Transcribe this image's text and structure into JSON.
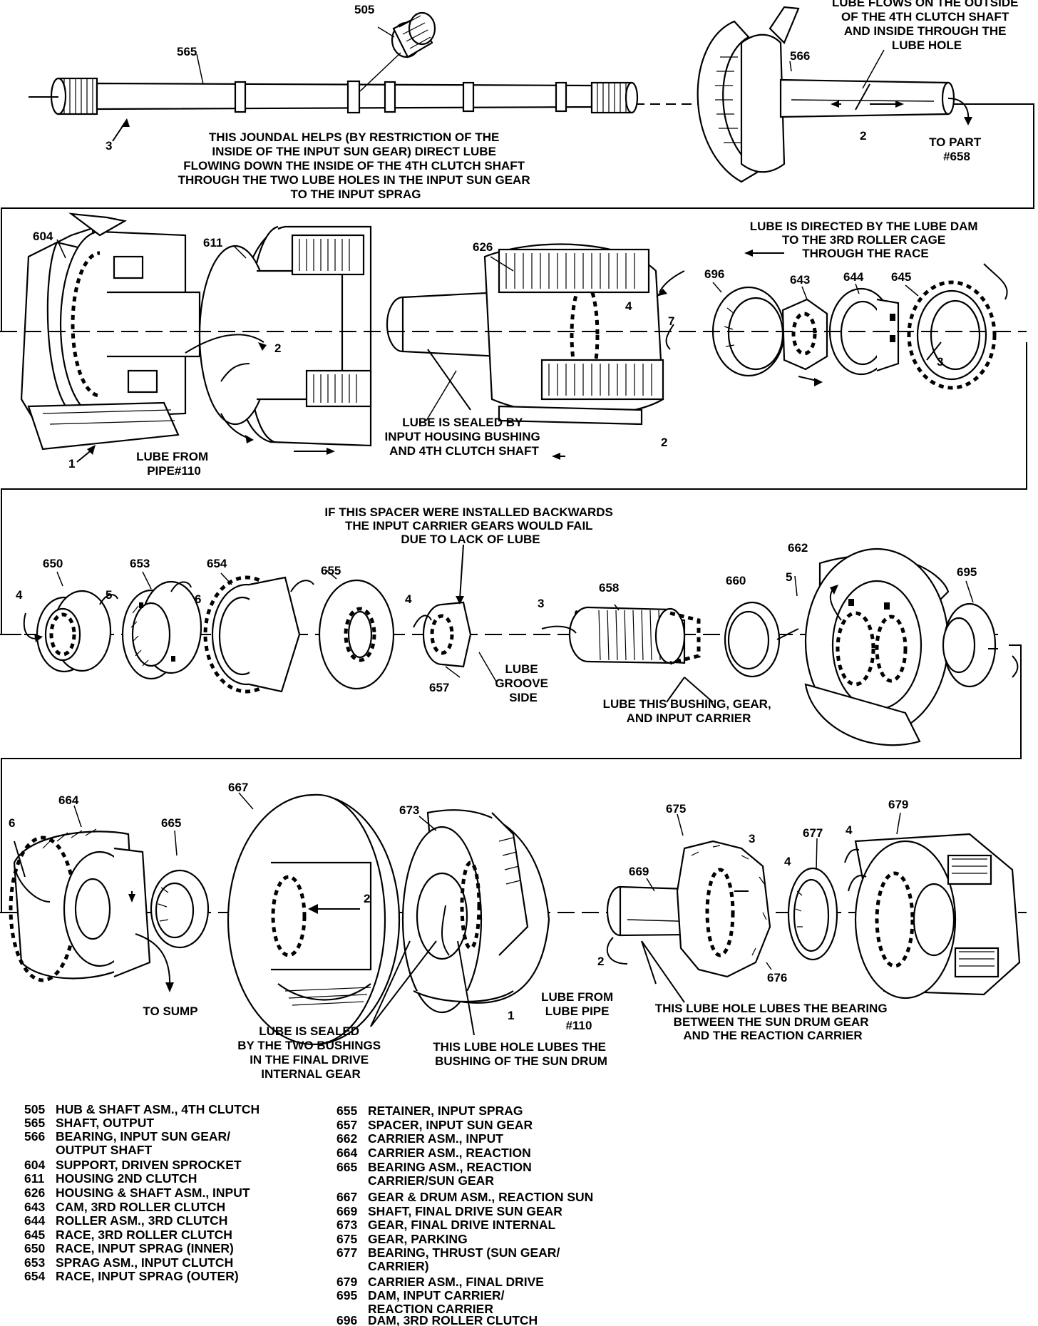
{
  "callouts": [
    {
      "text": "505"
    },
    {
      "text": "565"
    },
    {
      "text": "3"
    },
    {
      "text": "566"
    },
    {
      "text": "2"
    },
    {
      "text": "604"
    },
    {
      "text": "611"
    },
    {
      "text": "2"
    },
    {
      "text": "1"
    },
    {
      "text": "626"
    },
    {
      "text": "4"
    },
    {
      "text": "7"
    },
    {
      "text": "2"
    },
    {
      "text": "696"
    },
    {
      "text": "643"
    },
    {
      "text": "644"
    },
    {
      "text": "645"
    },
    {
      "text": "3"
    },
    {
      "text": "650"
    },
    {
      "text": "4"
    },
    {
      "text": "5"
    },
    {
      "text": "653"
    },
    {
      "text": "6"
    },
    {
      "text": "654"
    },
    {
      "text": "655"
    },
    {
      "text": "4"
    },
    {
      "text": "657"
    },
    {
      "text": "3"
    },
    {
      "text": "658"
    },
    {
      "text": "660"
    },
    {
      "text": "662"
    },
    {
      "text": "5"
    },
    {
      "text": "695"
    },
    {
      "text": "664"
    },
    {
      "text": "6"
    },
    {
      "text": "665"
    },
    {
      "text": "667"
    },
    {
      "text": "2"
    },
    {
      "text": "673"
    },
    {
      "text": "1"
    },
    {
      "text": "675"
    },
    {
      "text": "3"
    },
    {
      "text": "669"
    },
    {
      "text": "2"
    },
    {
      "text": "676"
    },
    {
      "text": "677"
    },
    {
      "text": "4"
    },
    {
      "text": "4"
    },
    {
      "text": "679"
    }
  ],
  "notes": {
    "journal": [
      "THIS JOUNDAL HELPS (BY RESTRICTION OF THE",
      "INSIDE OF THE INPUT SUN GEAR) DIRECT LUBE",
      "FLOWING DOWN THE INSIDE OF THE 4TH CLUTCH SHAFT",
      "THROUGH THE TWO LUBE HOLES IN THE INPUT SUN GEAR",
      "TO THE INPUT SPRAG"
    ],
    "lube_outside": [
      "LUBE FLOWS ON THE OUTSIDE",
      "OF THE 4TH CLUTCH SHAFT",
      "AND INSIDE THROUGH THE",
      "LUBE HOLE"
    ],
    "to_part": [
      "TO PART",
      "#658"
    ],
    "lube_dam": [
      "LUBE IS DIRECTED BY THE LUBE DAM",
      "TO THE 3RD ROLLER CAGE",
      "THROUGH THE RACE"
    ],
    "sealed_input": [
      "LUBE IS SEALED BY",
      "INPUT HOUSING BUSHING",
      "AND 4TH CLUTCH SHAFT"
    ],
    "lube_pipe": [
      "LUBE FROM",
      "PIPE#110"
    ],
    "spacer": [
      "IF THIS SPACER WERE INSTALLED BACKWARDS",
      "THE INPUT CARRIER GEARS WOULD FAIL",
      "DUE TO LACK OF LUBE"
    ],
    "groove": [
      "LUBE",
      "GROOVE",
      "SIDE"
    ],
    "bushing": [
      "LUBE THIS BUSHING, GEAR,",
      "AND INPUT CARRIER"
    ],
    "sump": [
      "TO SUMP"
    ],
    "sealed_final": [
      "LUBE IS SEALED",
      "BY THE TWO BUSHINGS",
      "IN THE FINAL DRIVE",
      "INTERNAL GEAR"
    ],
    "sun_drum": [
      "THIS LUBE HOLE LUBES THE",
      "BUSHING OF THE SUN DRUM"
    ],
    "lube_pipe2": [
      "LUBE FROM",
      "LUBE PIPE",
      "#110"
    ],
    "bearing_hole": [
      "THIS LUBE HOLE LUBES THE BEARING",
      "BETWEEN THE SUN DRUM GEAR",
      "AND THE REACTION CARRIER"
    ]
  },
  "legend_left": [
    {
      "num": "505",
      "desc": [
        "HUB & SHAFT ASM., 4TH CLUTCH"
      ]
    },
    {
      "num": "565",
      "desc": [
        "SHAFT, OUTPUT"
      ]
    },
    {
      "num": "566",
      "desc": [
        "BEARING, INPUT SUN GEAR/",
        "OUTPUT SHAFT"
      ]
    },
    {
      "num": "604",
      "desc": [
        "SUPPORT, DRIVEN SPROCKET"
      ]
    },
    {
      "num": "611",
      "desc": [
        "HOUSING 2ND CLUTCH"
      ]
    },
    {
      "num": "626",
      "desc": [
        "HOUSING & SHAFT ASM., INPUT"
      ]
    },
    {
      "num": "643",
      "desc": [
        "CAM, 3RD ROLLER CLUTCH"
      ]
    },
    {
      "num": "644",
      "desc": [
        "ROLLER ASM., 3RD CLUTCH"
      ]
    },
    {
      "num": "645",
      "desc": [
        "RACE, 3RD ROLLER CLUTCH"
      ]
    },
    {
      "num": "650",
      "desc": [
        "RACE, INPUT SPRAG (INNER)"
      ]
    },
    {
      "num": "653",
      "desc": [
        "SPRAG ASM., INPUT CLUTCH"
      ]
    },
    {
      "num": "654",
      "desc": [
        "RACE, INPUT SPRAG (OUTER)"
      ]
    }
  ],
  "legend_right": [
    {
      "num": "655",
      "desc": [
        "RETAINER, INPUT SPRAG"
      ]
    },
    {
      "num": "657",
      "desc": [
        "SPACER, INPUT SUN GEAR"
      ]
    },
    {
      "num": "662",
      "desc": [
        "CARRIER ASM., INPUT"
      ]
    },
    {
      "num": "664",
      "desc": [
        "CARRIER ASM., REACTION"
      ]
    },
    {
      "num": "665",
      "desc": [
        "BEARING ASM., REACTION",
        "CARRIER/SUN GEAR"
      ]
    },
    {
      "num": "667",
      "desc": [
        "GEAR & DRUM ASM., REACTION SUN"
      ]
    },
    {
      "num": "669",
      "desc": [
        "SHAFT, FINAL DRIVE SUN GEAR"
      ]
    },
    {
      "num": "673",
      "desc": [
        "GEAR, FINAL DRIVE INTERNAL"
      ]
    },
    {
      "num": "675",
      "desc": [
        "GEAR, PARKING"
      ]
    },
    {
      "num": "677",
      "desc": [
        "BEARING, THRUST (SUN GEAR/",
        "CARRIER)"
      ]
    },
    {
      "num": "679",
      "desc": [
        "CARRIER ASM., FINAL DRIVE"
      ]
    },
    {
      "num": "695",
      "desc": [
        "DAM, INPUT CARRIER/",
        "REACTION CARRIER"
      ]
    },
    {
      "num": "696",
      "desc": [
        "DAM, 3RD ROLLER CLUTCH"
      ]
    }
  ]
}
